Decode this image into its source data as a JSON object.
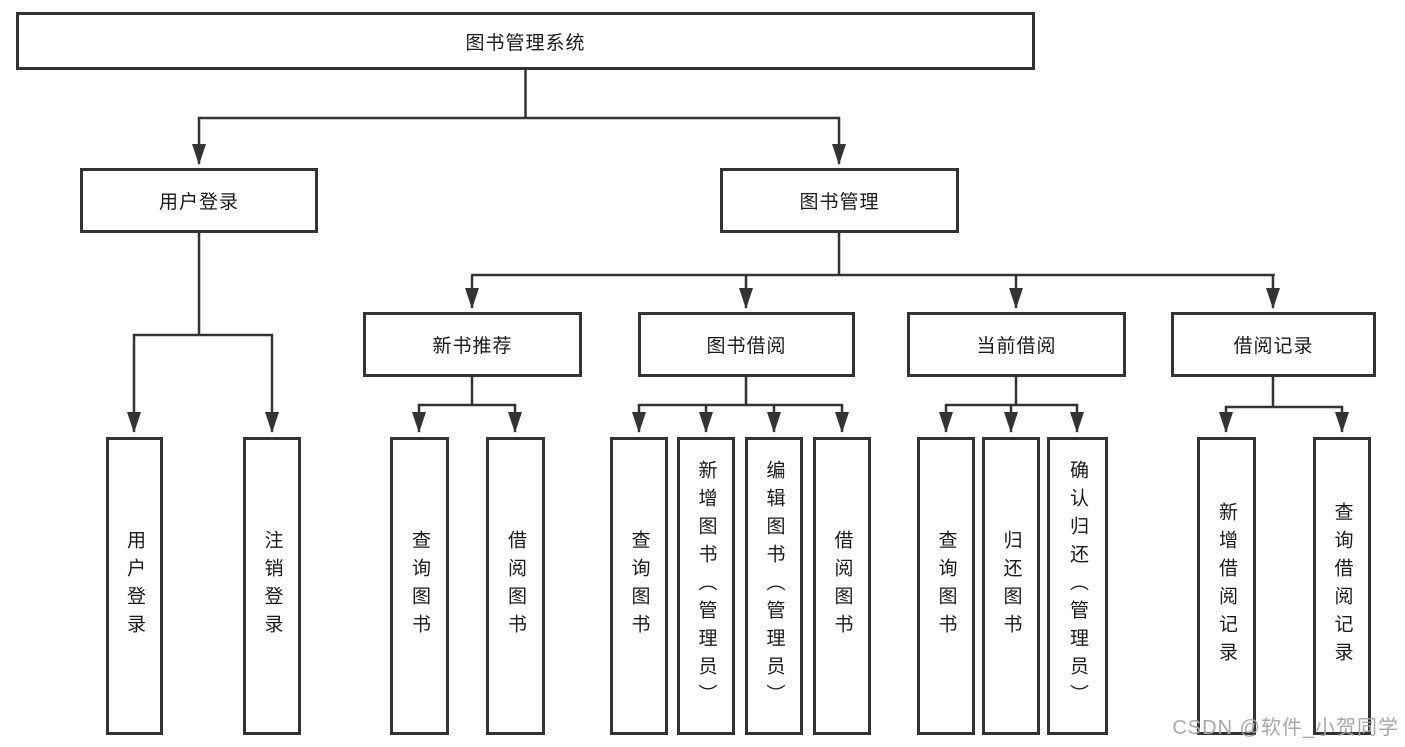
{
  "tree": {
    "root": "图书管理系统",
    "branches": [
      {
        "label": "用户登录",
        "children": [
          "用户登录",
          "注销登录"
        ]
      },
      {
        "label": "图书管理",
        "modules": [
          {
            "label": "新书推荐",
            "children": [
              "查询图书",
              "借阅图书"
            ]
          },
          {
            "label": "图书借阅",
            "children": [
              "查询图书",
              "新增图书（管理员）",
              "编辑图书（管理员）",
              "借阅图书"
            ]
          },
          {
            "label": "当前借阅",
            "children": [
              "查询图书",
              "归还图书",
              "确认归还（管理员）"
            ]
          },
          {
            "label": "借阅记录",
            "children": [
              "新增借阅记录",
              "查询借阅记录"
            ]
          }
        ]
      }
    ]
  },
  "watermark": "CSDN @软件_小贺同学",
  "colors": {
    "line": "#333333",
    "text": "#1a1a1a",
    "background": "#ffffff",
    "watermark": "#a8a8a8"
  }
}
